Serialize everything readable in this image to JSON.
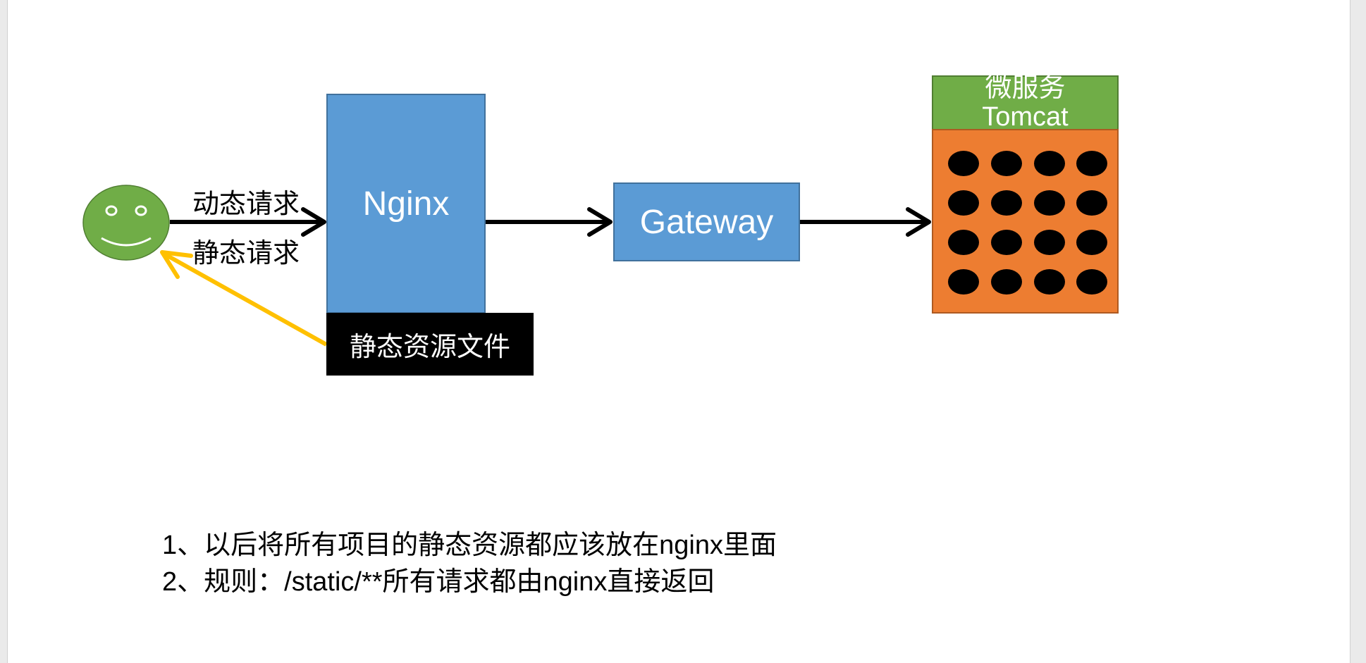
{
  "diagram": {
    "nginx_label": "Nginx",
    "gateway_label": "Gateway",
    "static_files_label": "静态资源文件",
    "microservice": {
      "title": "微服务",
      "subtitle": "Tomcat"
    },
    "arrows": {
      "dynamic_request_label": "动态请求",
      "static_request_label": "静态请求"
    }
  },
  "notes": [
    "1、以后将所有项目的静态资源都应该放在nginx里面",
    "2、规则：/static/**所有请求都由nginx直接返回"
  ],
  "colors": {
    "nginx": "#5b9bd5",
    "gateway": "#5b9bd5",
    "static_files": "#000000",
    "microservice_header": "#70ad47",
    "microservice_body": "#ed7d31",
    "user_face": "#70ad47",
    "static_response_arrow": "#ffc000"
  },
  "icons": {
    "user": "smiley-face-icon",
    "instances": "black-dot-icon"
  }
}
